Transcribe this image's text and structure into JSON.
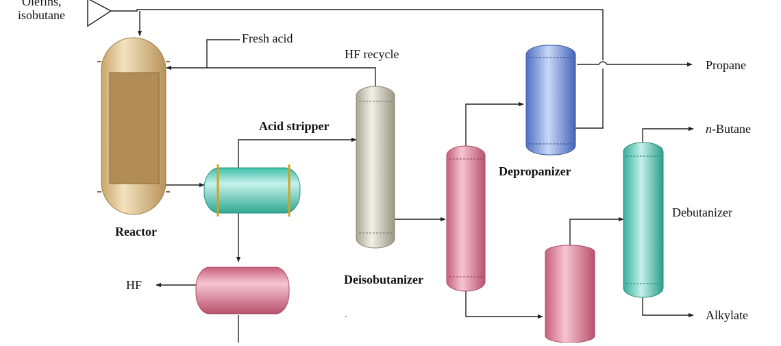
{
  "feed": {
    "line1": "Olefins,",
    "line2": "isobutane"
  },
  "streams": {
    "fresh_acid": "Fresh acid",
    "hf_recycle": "HF recycle",
    "acid_stripper": "Acid stripper",
    "hf": "HF",
    "propane": "Propane",
    "n_butane_prefix": "n",
    "n_butane_suffix": "-Butane",
    "alkylate": "Alkylate"
  },
  "units": {
    "reactor": "Reactor",
    "deisobutanizer": "Deisobutanizer",
    "depropanizer": "Depropanizer",
    "debutanizer": "Debutanizer"
  },
  "colors": {
    "reactor": "#d9bf8c",
    "reactor_core": "#b08a52",
    "separator": "#5fd1bf",
    "band": "#d4a21a",
    "hf_drum": "#d97b95",
    "stripper": "#c9c6b4",
    "deisobutanizer": "#d97b95",
    "depropanizer": "#6f8fd6",
    "debutanizer": "#58c9b8",
    "line": "#222222"
  }
}
